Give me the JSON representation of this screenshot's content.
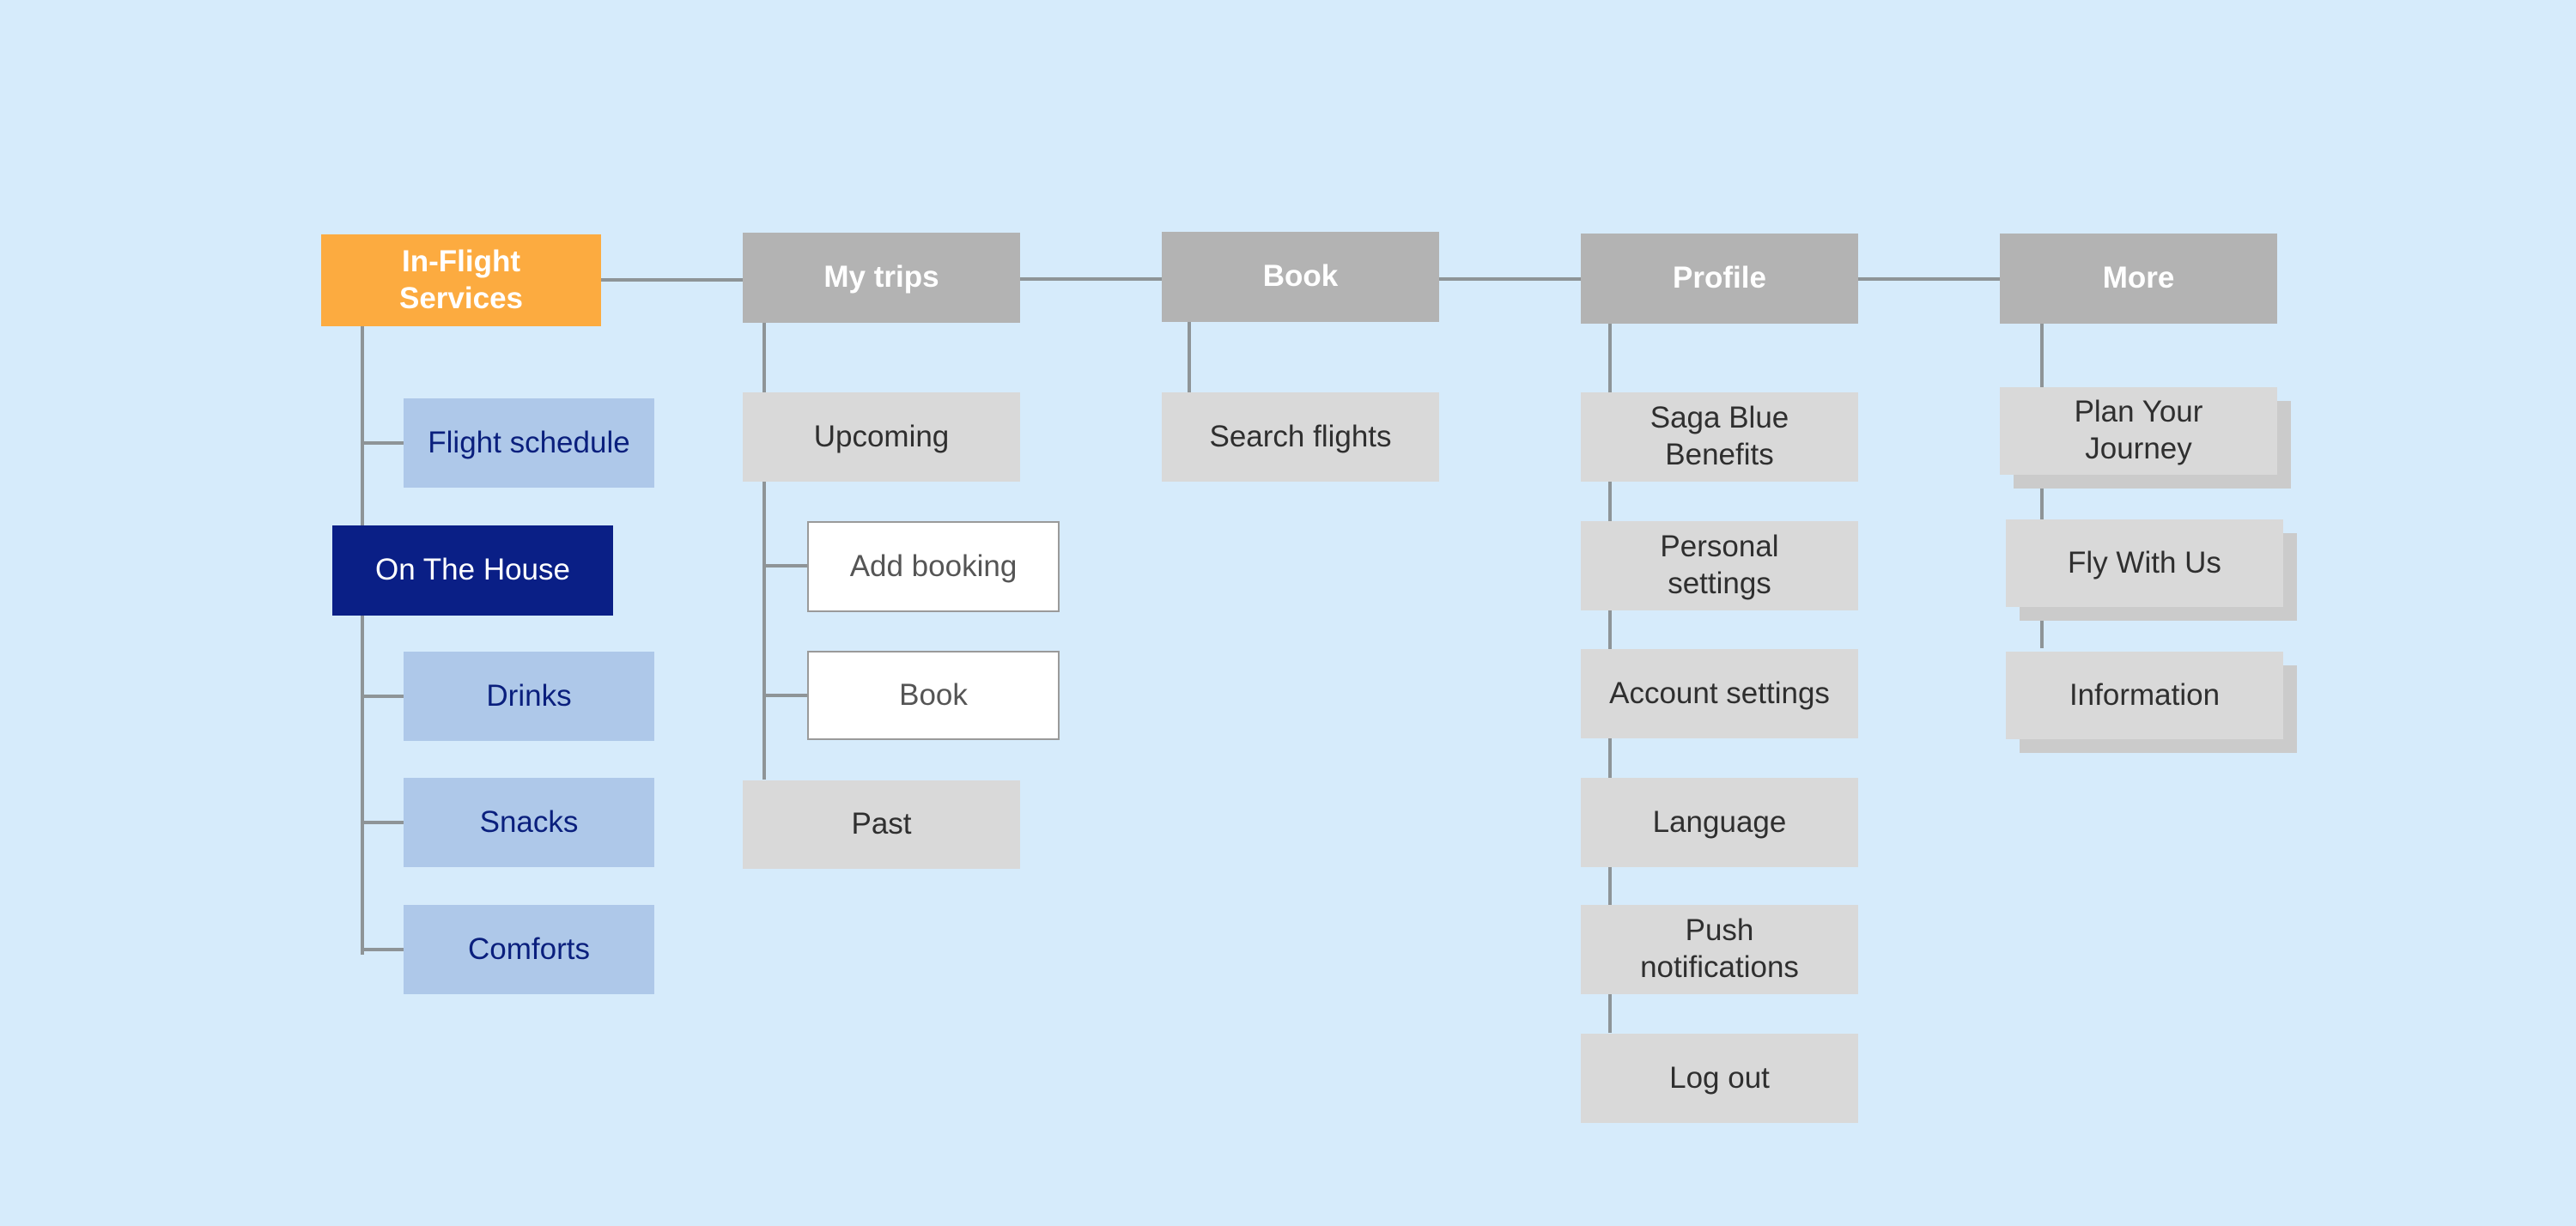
{
  "sitemap": {
    "in_flight": {
      "label": "In-Flight Services",
      "children": [
        "Flight schedule",
        "On The House",
        "Drinks",
        "Snacks",
        "Comforts"
      ]
    },
    "my_trips": {
      "label": "My trips",
      "children": [
        "Upcoming",
        "Add booking",
        "Book",
        "Past"
      ]
    },
    "book": {
      "label": "Book",
      "children": [
        "Search flights"
      ]
    },
    "profile": {
      "label": "Profile",
      "children": [
        "Saga Blue Benefits",
        "Personal settings",
        "Account settings",
        "Language",
        "Push notifications",
        "Log out"
      ]
    },
    "more": {
      "label": "More",
      "children": [
        "Plan Your Journey",
        "Fly With Us",
        "Information"
      ]
    }
  },
  "colors": {
    "background": "#d6ebfb",
    "active_section": "#fcab40",
    "section": "#b3b3b3",
    "page": "#d9d9d9",
    "in_flight_page": "#aec8e9",
    "on_the_house": "#0a1f86",
    "connector": "#8e9497"
  }
}
